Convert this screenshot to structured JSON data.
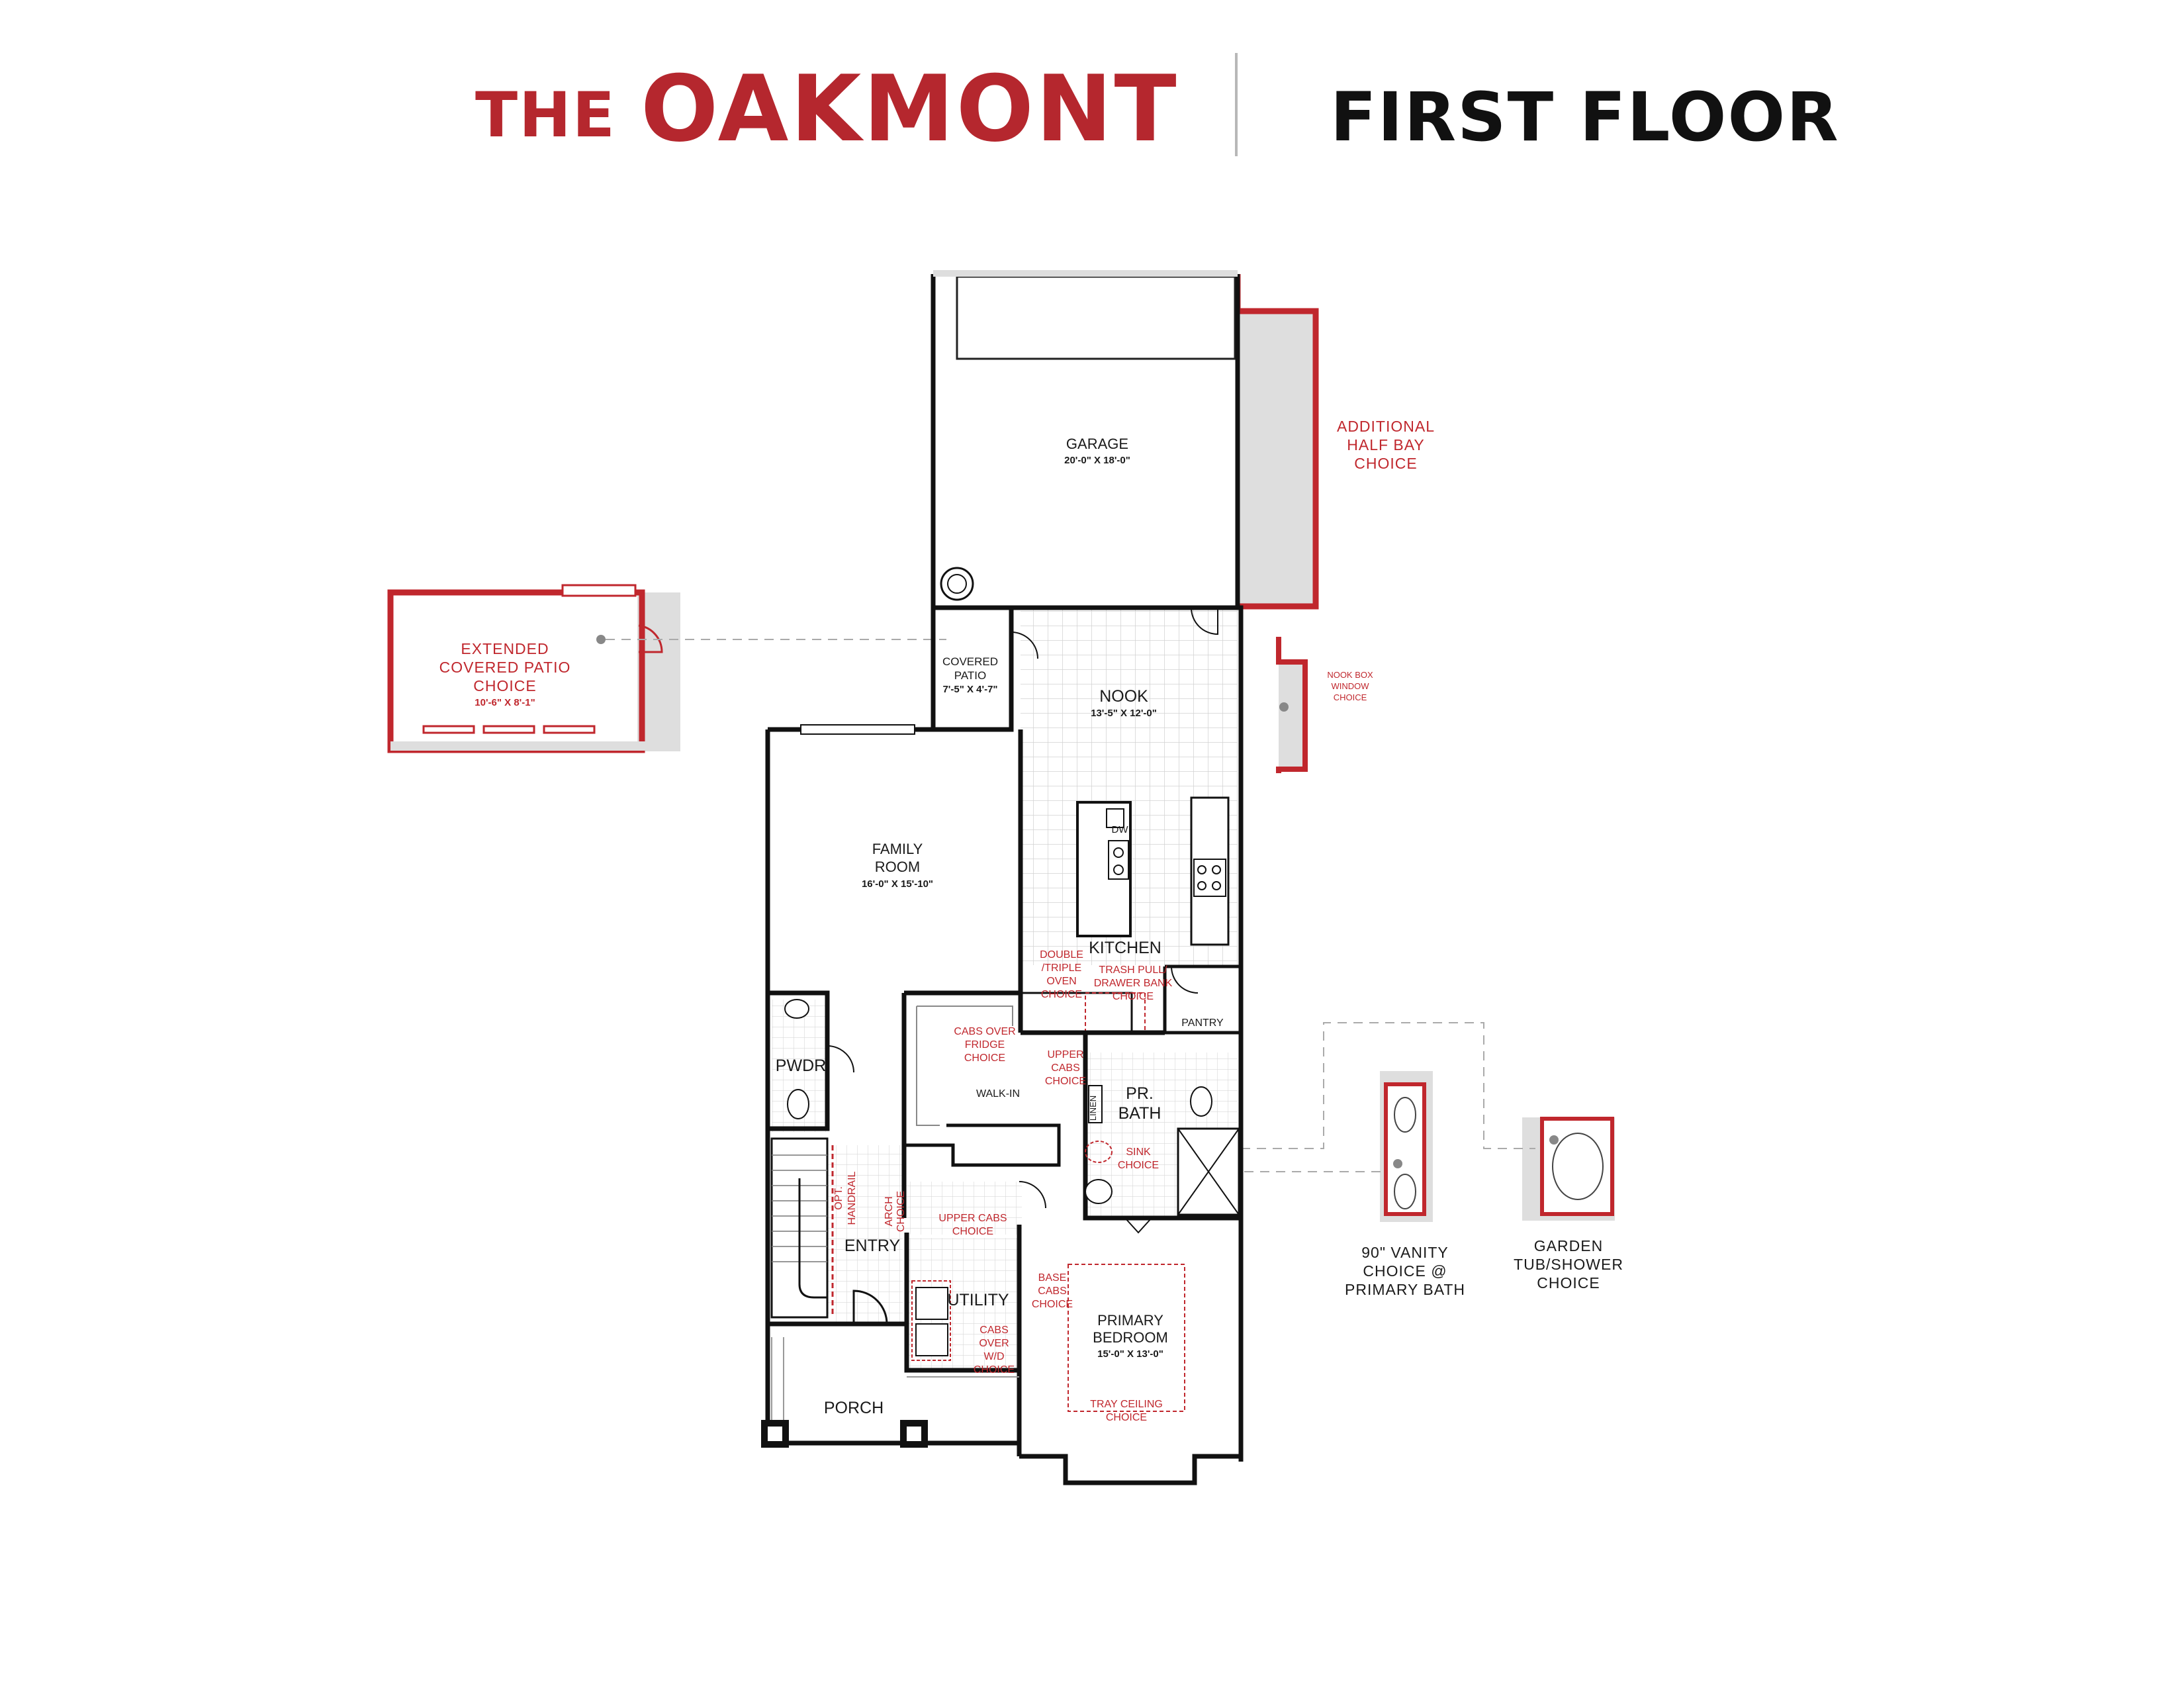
{
  "header": {
    "title_prefix": "THE",
    "title_name": "OAKMONT",
    "floor_label": "FIRST FLOOR"
  },
  "colors": {
    "brand_red": "#b5272e",
    "wall": "#111111",
    "option_fill": "#dedede",
    "tile": "#cfcfcf"
  },
  "rooms": {
    "garage": {
      "name": "GARAGE",
      "dims": "20'-0\" X 18'-0\""
    },
    "covered_patio": {
      "line1": "COVERED",
      "line2": "PATIO",
      "dims": "7'-5\" X 4'-7\""
    },
    "nook": {
      "name": "NOOK",
      "dims": "13'-5\" X 12'-0\""
    },
    "family_room": {
      "line1": "FAMILY",
      "line2": "ROOM",
      "dims": "16'-0\" X 15'-10\""
    },
    "kitchen": {
      "name": "KITCHEN",
      "dw": "DW"
    },
    "pantry": {
      "name": "PANTRY"
    },
    "walk_in": {
      "name": "WALK-IN"
    },
    "powder": {
      "name": "PWDR"
    },
    "primary_bath": {
      "line1": "PR.",
      "line2": "BATH",
      "linen": "LINEN"
    },
    "entry": {
      "name": "ENTRY"
    },
    "utility": {
      "name": "UTILITY"
    },
    "porch": {
      "name": "PORCH"
    },
    "primary_bedroom": {
      "line1": "PRIMARY",
      "line2": "BEDROOM",
      "dims": "15'-0\" X 13'-0\""
    }
  },
  "options": {
    "half_bay": [
      "ADDITIONAL",
      "HALF BAY",
      "CHOICE"
    ],
    "extended_patio": [
      "EXTENDED",
      "COVERED PATIO",
      "CHOICE"
    ],
    "extended_patio_dims": "10'-6\" X 8'-1\"",
    "nook_box": [
      "NOOK BOX",
      "WINDOW",
      "CHOICE"
    ],
    "double_oven": [
      "DOUBLE",
      "/TRIPLE",
      "OVEN",
      "CHOICE"
    ],
    "trash_pull": [
      "TRASH PULL/",
      "DRAWER BANK",
      "CHOICE"
    ],
    "cabs_fridge": [
      "CABS OVER",
      "FRIDGE",
      "CHOICE"
    ],
    "upper_cabs_kitchen": [
      "UPPER",
      "CABS",
      "CHOICE"
    ],
    "sink_choice": [
      "SINK",
      "CHOICE"
    ],
    "opt_handrail": [
      "OPT.",
      "HANDRAIL"
    ],
    "arch_choice": [
      "ARCH",
      "CHOICE"
    ],
    "upper_cabs_utility": [
      "UPPER CABS",
      "CHOICE"
    ],
    "base_cabs": [
      "BASE",
      "CABS",
      "CHOICE"
    ],
    "cabs_wd": [
      "CABS",
      "OVER",
      "W/D",
      "CHOICE"
    ],
    "tray_ceiling": [
      "TRAY CEILING",
      "CHOICE"
    ],
    "vanity_90": [
      "90\" VANITY",
      "CHOICE @",
      "PRIMARY BATH"
    ],
    "garden_tub": [
      "GARDEN",
      "TUB/SHOWER",
      "CHOICE"
    ]
  }
}
